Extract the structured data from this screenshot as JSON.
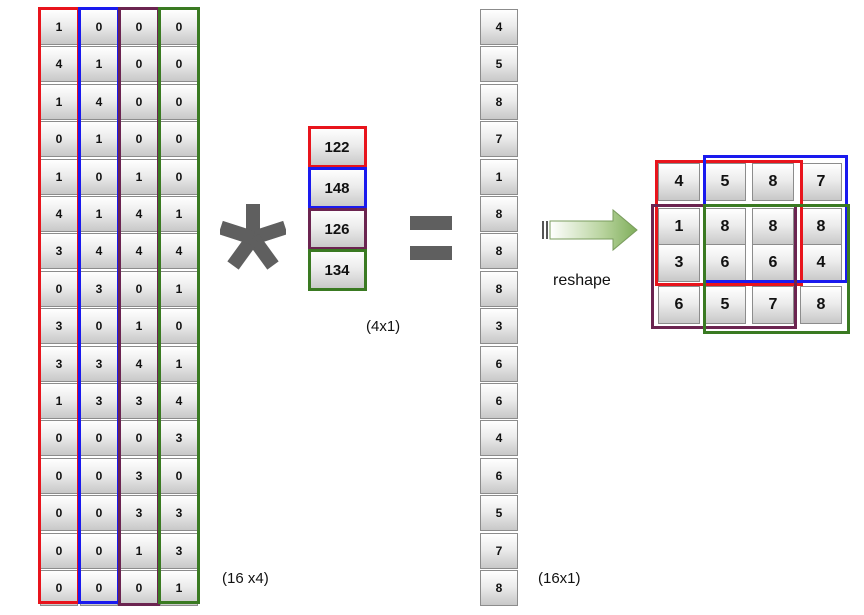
{
  "matrix": {
    "dims_label": "(16 x4)",
    "rows": [
      [
        1,
        0,
        0,
        0
      ],
      [
        4,
        1,
        0,
        0
      ],
      [
        1,
        4,
        0,
        0
      ],
      [
        0,
        1,
        0,
        0
      ],
      [
        1,
        0,
        1,
        0
      ],
      [
        4,
        1,
        4,
        1
      ],
      [
        3,
        4,
        4,
        4
      ],
      [
        0,
        3,
        0,
        1
      ],
      [
        3,
        0,
        1,
        0
      ],
      [
        3,
        3,
        4,
        1
      ],
      [
        1,
        3,
        3,
        4
      ],
      [
        0,
        0,
        0,
        3
      ],
      [
        0,
        0,
        3,
        0
      ],
      [
        0,
        0,
        3,
        3
      ],
      [
        0,
        0,
        1,
        3
      ],
      [
        0,
        0,
        0,
        1
      ]
    ],
    "column_colors": [
      "#e8141c",
      "#1a1aee",
      "#6b2450",
      "#3a7a22"
    ]
  },
  "operator": {
    "symbol": "*"
  },
  "kernel": {
    "dims_label": "(4x1)",
    "values": [
      122,
      148,
      126,
      134
    ],
    "colors": [
      "#e8141c",
      "#1a1aee",
      "#6b2450",
      "#3a7a22"
    ]
  },
  "result": {
    "dims_label": "(16x1)",
    "values": [
      4,
      5,
      8,
      7,
      1,
      8,
      8,
      8,
      3,
      6,
      6,
      4,
      6,
      5,
      7,
      8
    ]
  },
  "transform": {
    "label": "reshape"
  },
  "output_grid": {
    "rows": [
      [
        4,
        5,
        8,
        7
      ],
      [
        1,
        8,
        8,
        8
      ],
      [
        3,
        6,
        6,
        4
      ],
      [
        6,
        5,
        7,
        8
      ]
    ]
  }
}
